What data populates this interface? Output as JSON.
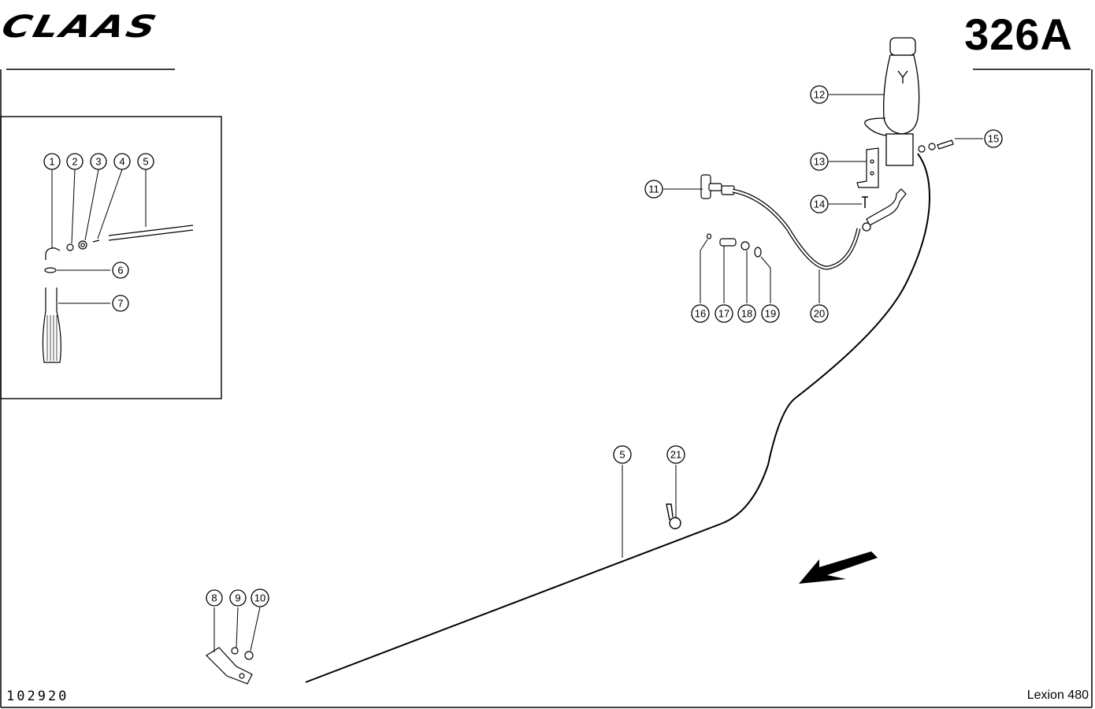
{
  "header": {
    "brand": "CLAAS",
    "page_number": "326A"
  },
  "footer": {
    "document_number": "102920",
    "model": "Lexion 480"
  },
  "callouts": [
    "1",
    "2",
    "3",
    "4",
    "5",
    "6",
    "7",
    "8",
    "9",
    "10",
    "11",
    "12",
    "13",
    "14",
    "15",
    "16",
    "17",
    "18",
    "19",
    "20",
    "21",
    "5"
  ]
}
